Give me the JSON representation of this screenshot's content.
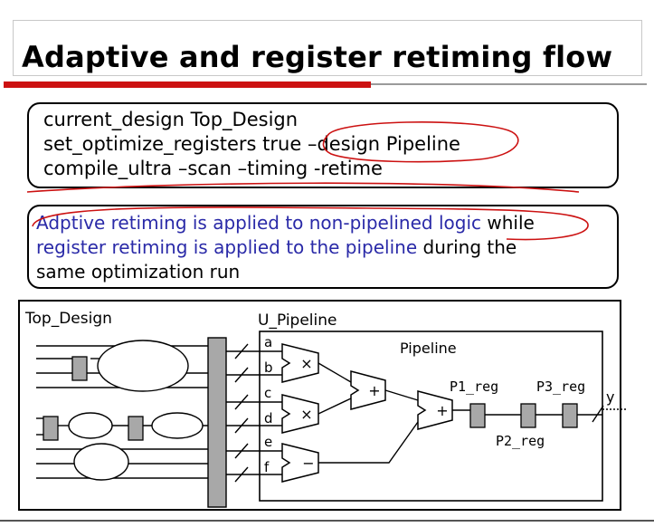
{
  "slide": {
    "title": "Adaptive and register retiming flow",
    "commands": [
      "current_design Top_Design",
      "set_optimize_registers true –design Pipeline",
      "compile_ultra –scan –timing -retime"
    ],
    "info": {
      "line1_blue": "Adptive retiming is applied to non-pipelined logic",
      "line1_black": " while",
      "line2_blue": "register retiming is applied to the pipeline",
      "line2_black": " during the",
      "line3": "same optimization run"
    }
  },
  "diagram": {
    "top_label": "Top_Design",
    "instance_label": "U_Pipeline",
    "pipeline_label": "Pipeline",
    "ports": [
      "a",
      "b",
      "c",
      "d",
      "e",
      "f"
    ],
    "ops": [
      "×",
      "×",
      "−",
      "+",
      "+"
    ],
    "registers": [
      "P1_reg",
      "P2_reg",
      "P3_reg"
    ],
    "output": "y"
  },
  "colors": {
    "annotation": "#cc1111",
    "blue_text": "#2a2aa8",
    "register_fill": "#a8a8a8"
  }
}
